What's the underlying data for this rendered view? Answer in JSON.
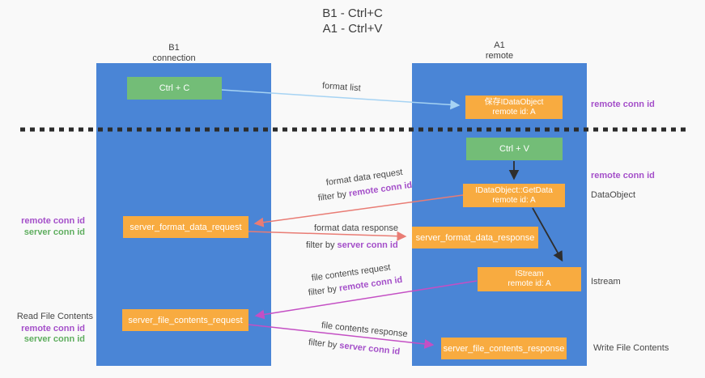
{
  "title": {
    "line1": "B1 - Ctrl+C",
    "line2": "A1 - Ctrl+V"
  },
  "lifelines": {
    "left": {
      "name": "B1",
      "role": "connection"
    },
    "right": {
      "name": "A1",
      "role": "remote"
    }
  },
  "boxes": {
    "ctrl_c": "Ctrl + C",
    "save_idataobject_line1": "保存IDataObject",
    "save_idataobject_line2": "remote id: A",
    "ctrl_v": "Ctrl + V",
    "getdata_line1": "IDataObject::GetData",
    "getdata_line2": "remote id: A",
    "server_format_data_request": "server_format_data_request",
    "server_format_data_response": "server_format_data_response",
    "istream_line1": "IStream",
    "istream_line2": "remote id: A",
    "server_file_contents_request": "server_file_contents_request",
    "server_file_contents_response": "server_file_contents_response"
  },
  "annotations": {
    "remote_conn_id": "remote conn id",
    "server_conn_id": "server conn id",
    "dataobject": "DataObject",
    "istream": "Istream",
    "read_file_contents": "Read File Contents",
    "write_file_contents": "Write File Contents"
  },
  "arrow_labels": {
    "format_list": "format list",
    "format_data_request": "format data request",
    "format_data_response": "format data response",
    "file_contents_request": "file contents request",
    "file_contents_response": "file contents response",
    "filter_by": "filter by "
  },
  "colors": {
    "lifeline_blue": "#4a85d6",
    "box_orange": "#f8ab40",
    "box_green": "#73bd77",
    "remote_conn_purple": "#a44fc9",
    "server_conn_green": "#5fae5f",
    "arrow_salmon": "#e97c74",
    "arrow_magenta": "#c44fc4",
    "arrow_lightblue": "#a6d3f3",
    "arrow_black": "#2e2e2e",
    "background": "#f9f9f9"
  }
}
